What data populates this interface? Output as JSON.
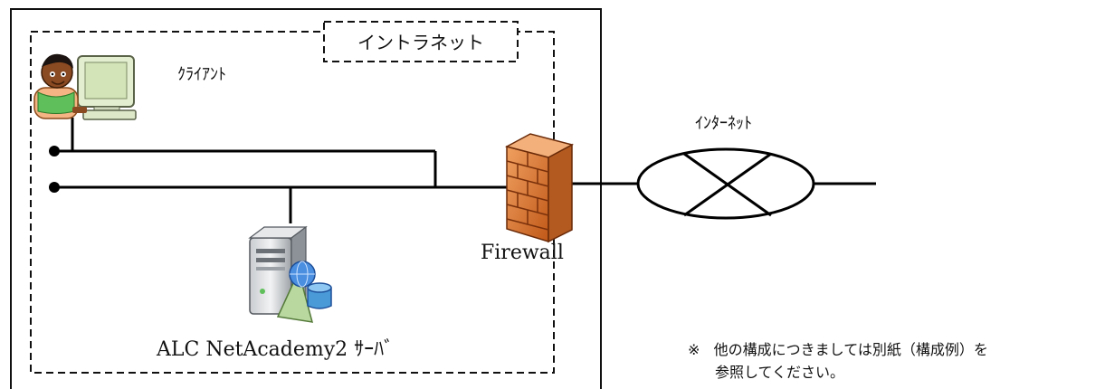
{
  "labels": {
    "intranet": "イントラネット",
    "client": "ｸﾗｲｱﾝﾄ",
    "internet": "ｲﾝﾀｰﾈｯﾄ",
    "firewall": "Firewall",
    "server": "ALC NetAcademy2 ｻｰﾊﾞ"
  },
  "note": {
    "mark": "※",
    "line1": "他の構成につきましては別紙（構成例）を",
    "line2": "参照してください。"
  },
  "icons": {
    "client": "user-at-computer-icon",
    "server": "server-icon",
    "firewall": "brick-wall-icon",
    "internet": "internet-cloud-x-icon"
  }
}
